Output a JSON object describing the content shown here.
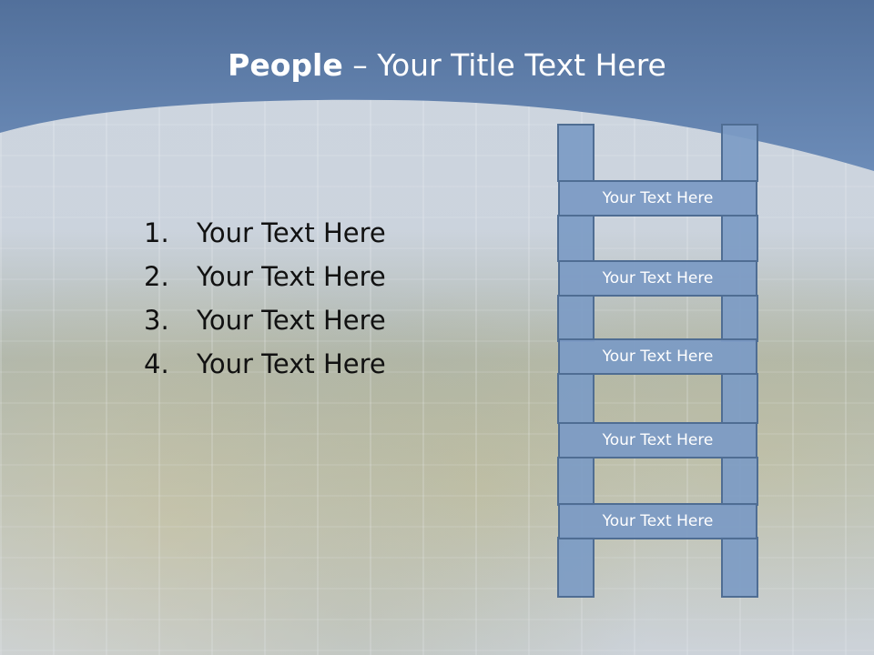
{
  "slide": {
    "title_bold": "People",
    "title_rest": " – Your Title Text Here",
    "list_items": [
      {
        "number": "1.",
        "text": "Your Text Here"
      },
      {
        "number": "2.",
        "text": "Your Text Here"
      },
      {
        "number": "3.",
        "text": "Your Text Here"
      },
      {
        "number": "4.",
        "text": "Your Text Here"
      }
    ],
    "ladder_rungs": [
      "Your Text Here",
      "Your Text Here",
      "Your Text Here",
      "Your Text Here",
      "Your Text Here"
    ]
  },
  "colors": {
    "header_blue": "#5f7fae",
    "rung_fill": "#7c9bc4",
    "rung_border": "#4f6d93",
    "title_text": "#ffffff",
    "list_text": "#111111"
  }
}
